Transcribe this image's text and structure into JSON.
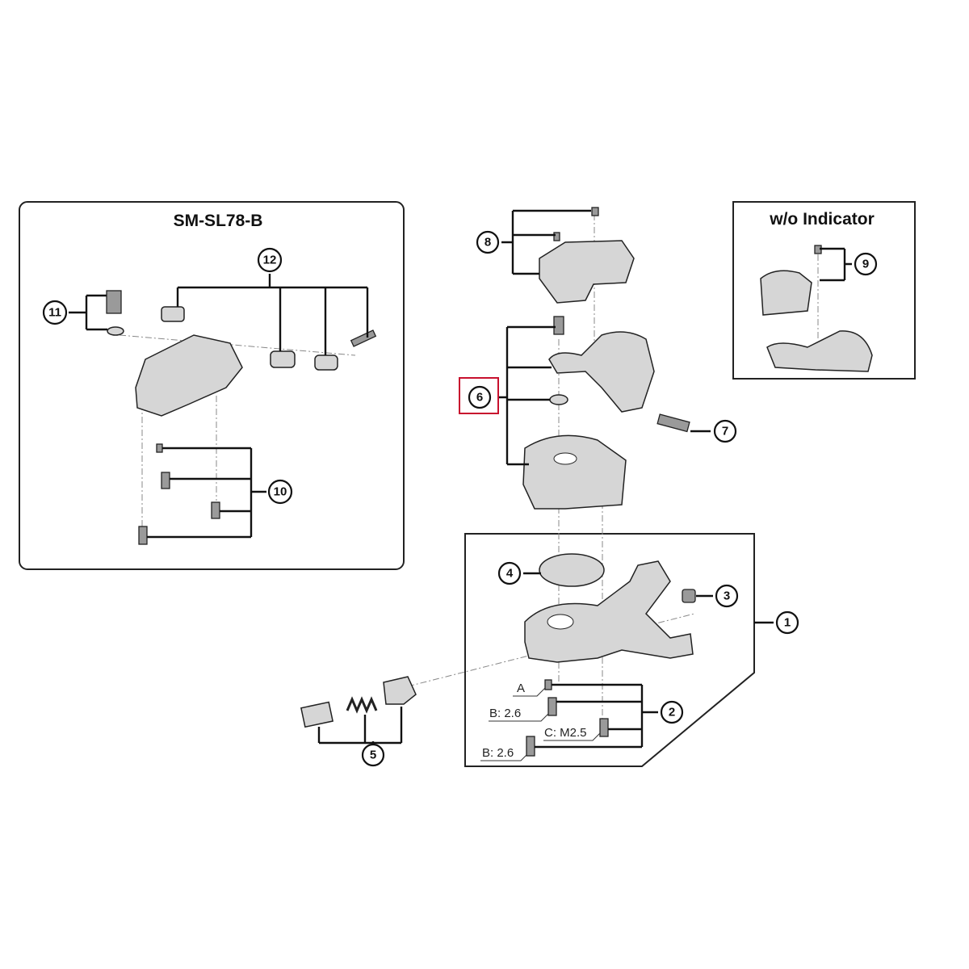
{
  "panels": {
    "left_title": "SM-SL78-B",
    "right_title": "w/o Indicator"
  },
  "callouts": [
    "1",
    "2",
    "3",
    "4",
    "5",
    "6",
    "7",
    "8",
    "9",
    "10",
    "11",
    "12"
  ],
  "highlight_color": "#c8102e",
  "screw_labels": {
    "a": "A",
    "b1": "B: 2.6",
    "c": "C: M2.5",
    "b2": "B: 2.6"
  }
}
